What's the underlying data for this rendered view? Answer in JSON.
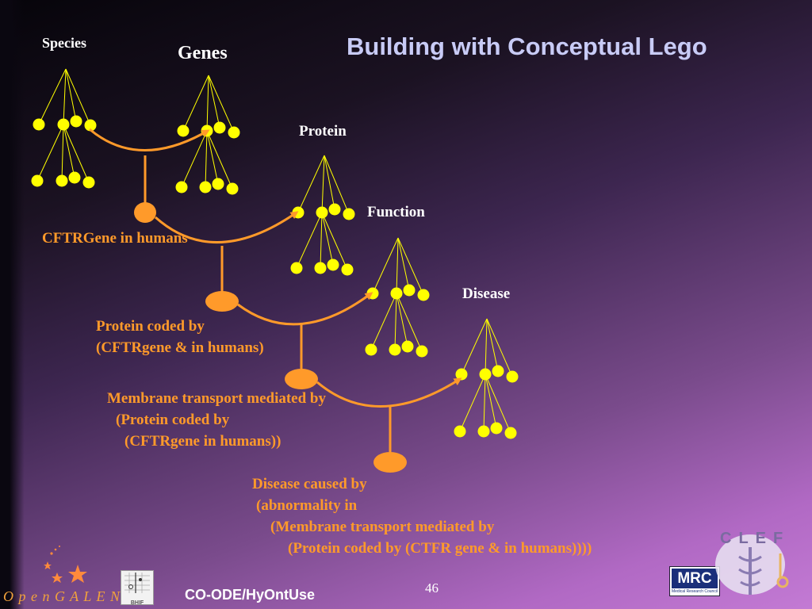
{
  "title": "Building with Conceptual Lego",
  "labels": {
    "species": "Species",
    "genes": "Genes",
    "protein": "Protein",
    "function": "Function",
    "disease": "Disease"
  },
  "expressions": {
    "e1": [
      "CFTRGene  in humans"
    ],
    "e2": [
      "Protein  coded by",
      "(CFTRgene & in humans)"
    ],
    "e3": [
      "Membrane transport mediated by",
      "(Protein  coded by",
      "(CFTRgene  in humans))"
    ],
    "e4": [
      "Disease  caused by",
      "(abnormality  in",
      "(Membrane transport mediated by",
      "(Protein  coded by (CTFR gene & in humans))))"
    ]
  },
  "footer": {
    "left_logo_text": "O p e n G A L E N",
    "bhif_label": "BHIF",
    "course": "CO-ODE/HyOntUse",
    "page_number": "46",
    "mrc_label": "MRC",
    "mrc_sub": "Medical Research Council",
    "clef_label": "CLEF"
  },
  "colors": {
    "node": "#ffff00",
    "connector": "#ff9a2a",
    "title": "#c8cbf6",
    "expression": "#ff9a2a"
  }
}
